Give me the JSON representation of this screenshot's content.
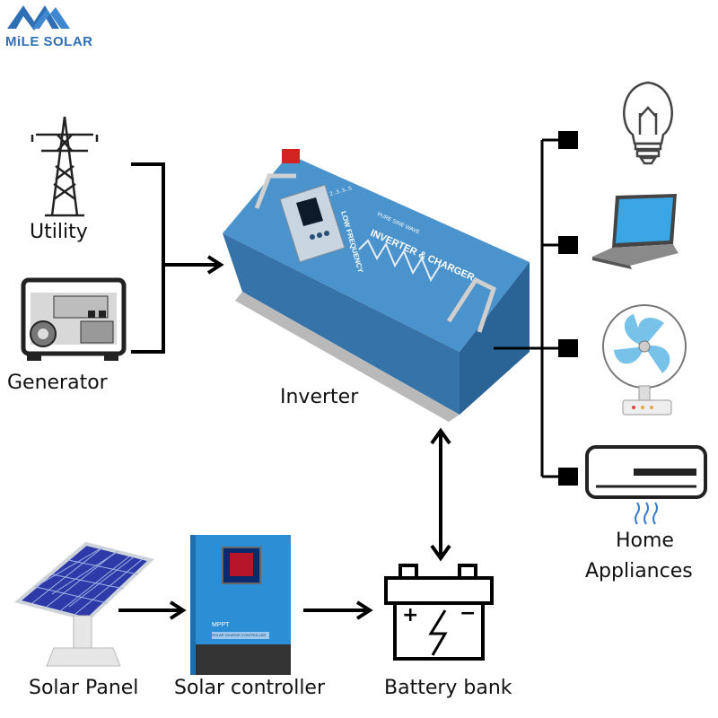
{
  "brand": {
    "name": "MiLE SOLAR",
    "color": "#2f6fb5"
  },
  "labels": {
    "utility": "Utility",
    "generator": "Generator",
    "inverter": "Inverter",
    "home_appliances_line1": "Home",
    "home_appliances_line2": "Appliances",
    "solar_panel": "Solar Panel",
    "solar_controller": "Solar controller",
    "battery_bank": "Battery bank"
  },
  "inverter_panel": {
    "top_text": "PURE SINE WAVE",
    "main_text": "INVERTER & CHARGER",
    "side_text": "LOW FREQUENCY",
    "display": "2.3.5.5"
  },
  "controller_panel": {
    "title": "MPPT",
    "subtitle": "SOLAR CHARGE CONTROLLER"
  },
  "battery_symbols": {
    "plus": "+",
    "minus": "−"
  },
  "colors": {
    "inverter_body": "#3e86bf",
    "inverter_dark": "#2a6496",
    "controller_body": "#2c8fd6",
    "line": "#000000",
    "solar_cell": "#2d3aa8"
  },
  "icons": [
    "pylon-icon",
    "generator-icon",
    "bulb-icon",
    "laptop-icon",
    "fan-icon",
    "air-conditioner-icon",
    "battery-icon",
    "solar-panel-icon"
  ]
}
